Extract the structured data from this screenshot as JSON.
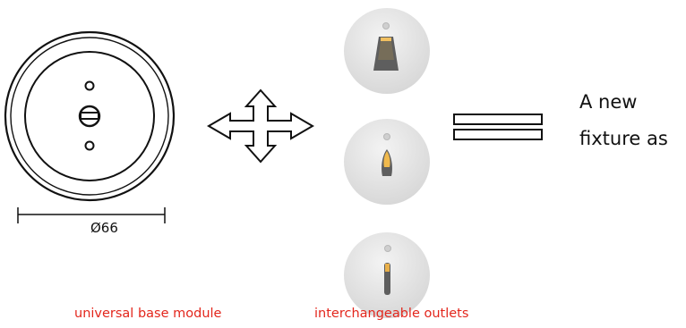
{
  "base_module": {
    "dimension_label": "Ø66",
    "caption": "universal base module"
  },
  "outlets": {
    "caption": "interchangeable outlets",
    "items": [
      {
        "name": "wide-slot-outlet"
      },
      {
        "name": "drop-slot-outlet"
      },
      {
        "name": "narrow-slot-outlet"
      }
    ]
  },
  "result": {
    "line1": "A new",
    "line2": "fixture as"
  },
  "colors": {
    "caption": "#e3261c",
    "outline": "#111111",
    "outlet_face": "#e6e6e6",
    "glow": "#f2c060"
  }
}
